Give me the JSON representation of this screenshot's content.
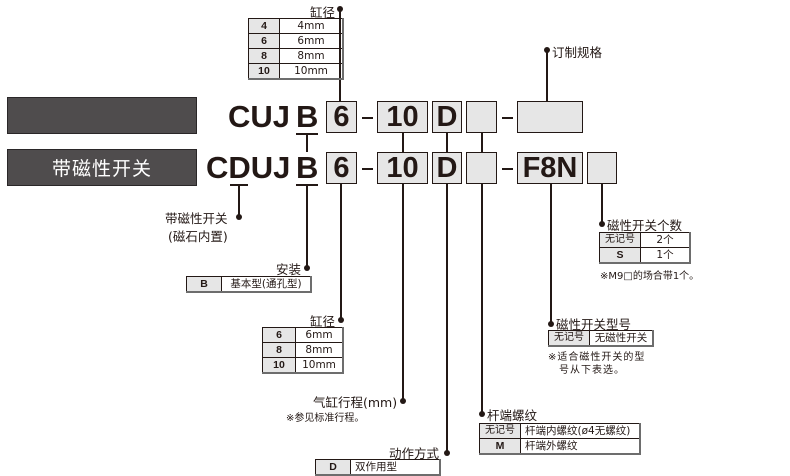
{
  "rows": {
    "standard": {
      "bar_label": "",
      "prefix": "CUJ",
      "mount": "B",
      "bore": "6",
      "stroke": "10",
      "action": "D",
      "thread": "",
      "custom": ""
    },
    "with_switch": {
      "bar_label": "带磁性开关",
      "prefix": "CDUJ",
      "mount": "B",
      "bore": "6",
      "stroke": "10",
      "action": "D",
      "thread": "",
      "switch_model": "F8N",
      "switch_count": ""
    }
  },
  "top": {
    "bore_title": "缸径",
    "bore_options": [
      {
        "code": "4",
        "value": "4mm"
      },
      {
        "code": "6",
        "value": "6mm"
      },
      {
        "code": "8",
        "value": "8mm"
      },
      {
        "code": "10",
        "value": "10mm"
      }
    ],
    "custom_title": "订制规格"
  },
  "annotations": {
    "magnet": {
      "line1": "带磁性开关",
      "line2": "(磁石内置)"
    },
    "mount": {
      "title": "安装",
      "options": [
        {
          "code": "B",
          "value": "基本型(通孔型)"
        }
      ]
    },
    "bore": {
      "title": "缸径",
      "options": [
        {
          "code": "6",
          "value": "6mm"
        },
        {
          "code": "8",
          "value": "8mm"
        },
        {
          "code": "10",
          "value": "10mm"
        }
      ]
    },
    "stroke": {
      "title": "气缸行程(mm)",
      "note": "※参见标准行程。"
    },
    "action": {
      "title": "动作方式",
      "options": [
        {
          "code": "D",
          "value": "双作用型"
        }
      ]
    },
    "thread": {
      "title": "杆端螺纹",
      "options": [
        {
          "code": "无记号",
          "value": "杆端内螺纹(ø4无螺纹)"
        },
        {
          "code": "M",
          "value": "杆端外螺纹"
        }
      ]
    },
    "switch_model": {
      "title": "磁性开关型号",
      "options": [
        {
          "code": "无记号",
          "value": "无磁性开关"
        }
      ],
      "note_line1": "※适合磁性开关的型",
      "note_line2": "号从下表选。"
    },
    "switch_count": {
      "title": "磁性开关个数",
      "options": [
        {
          "code": "无记号",
          "value": "2个"
        },
        {
          "code": "S",
          "value": "1个"
        }
      ],
      "note": "※M9□的场合带1个。"
    }
  }
}
